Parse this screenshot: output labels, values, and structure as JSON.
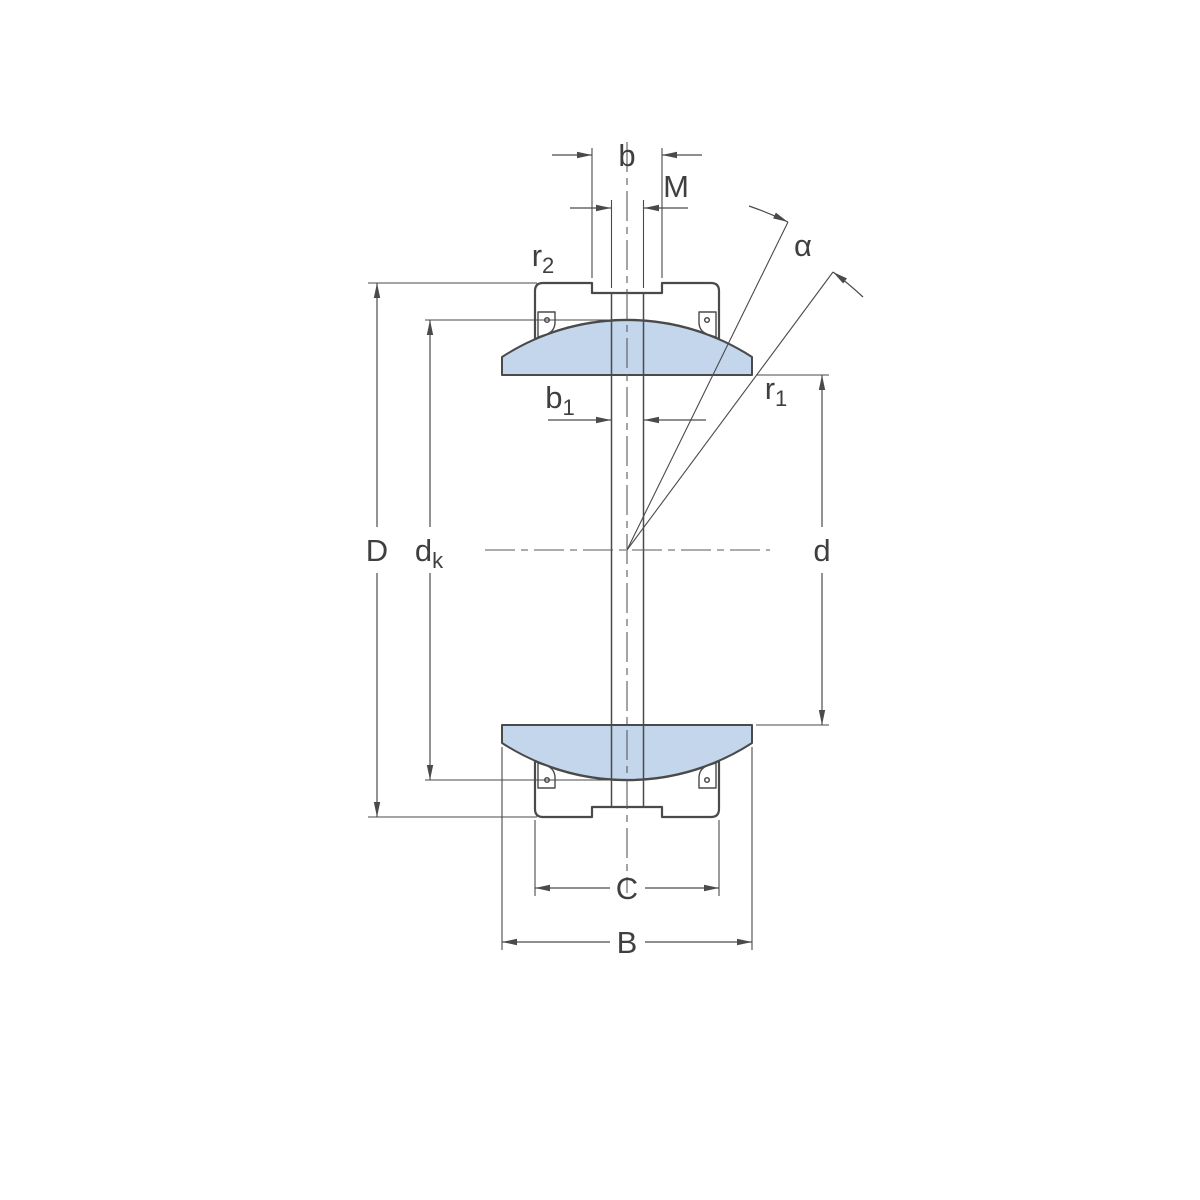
{
  "figure": {
    "type": "technical-drawing",
    "subject": "radial spherical plain bearing cross-section with dimension annotations"
  },
  "colors": {
    "outline": "#4a4a4a",
    "inner_ring_fill": "#c3d6ec",
    "background": "#ffffff",
    "text": "#3f3f3f"
  },
  "labels": {
    "b": {
      "main": "b",
      "sub": ""
    },
    "M": {
      "main": "M",
      "sub": ""
    },
    "alpha": {
      "main": "α",
      "sub": ""
    },
    "r2": {
      "main": "r",
      "sub": "2"
    },
    "r1": {
      "main": "r",
      "sub": "1"
    },
    "b1": {
      "main": "b",
      "sub": "1"
    },
    "D": {
      "main": "D",
      "sub": ""
    },
    "dk": {
      "main": "d",
      "sub": "k"
    },
    "d": {
      "main": "d",
      "sub": ""
    },
    "C": {
      "main": "C",
      "sub": ""
    },
    "B": {
      "main": "B",
      "sub": ""
    }
  }
}
